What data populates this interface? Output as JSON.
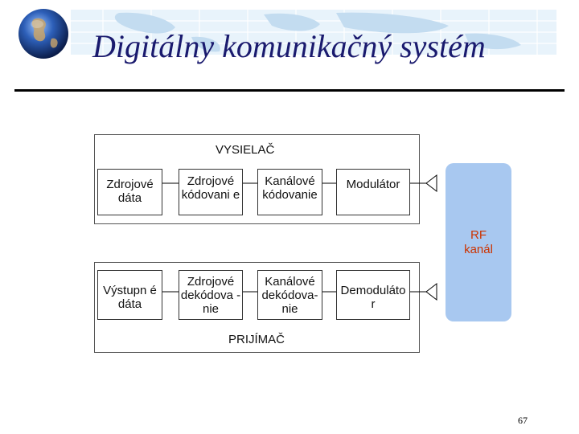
{
  "slide": {
    "title": "Digitálny komunikačný systém",
    "page_number": "67"
  },
  "transmitter": {
    "label": "VYSIELAČ",
    "blocks": [
      "Zdrojové dáta",
      "Zdrojové kódovani e",
      "Kanálové kódovanie",
      "Modulátor"
    ]
  },
  "receiver": {
    "label": "PRIJÍMAČ",
    "blocks": [
      "Výstupn é dáta",
      "Zdrojové dekódova -nie",
      "Kanálové dekódova- nie",
      "Demoduláto r"
    ]
  },
  "channel": {
    "label": "RF kanál",
    "fill": "#a8c8f0",
    "text_color": "#cc3300"
  },
  "colors": {
    "title": "#1a1a6e"
  }
}
